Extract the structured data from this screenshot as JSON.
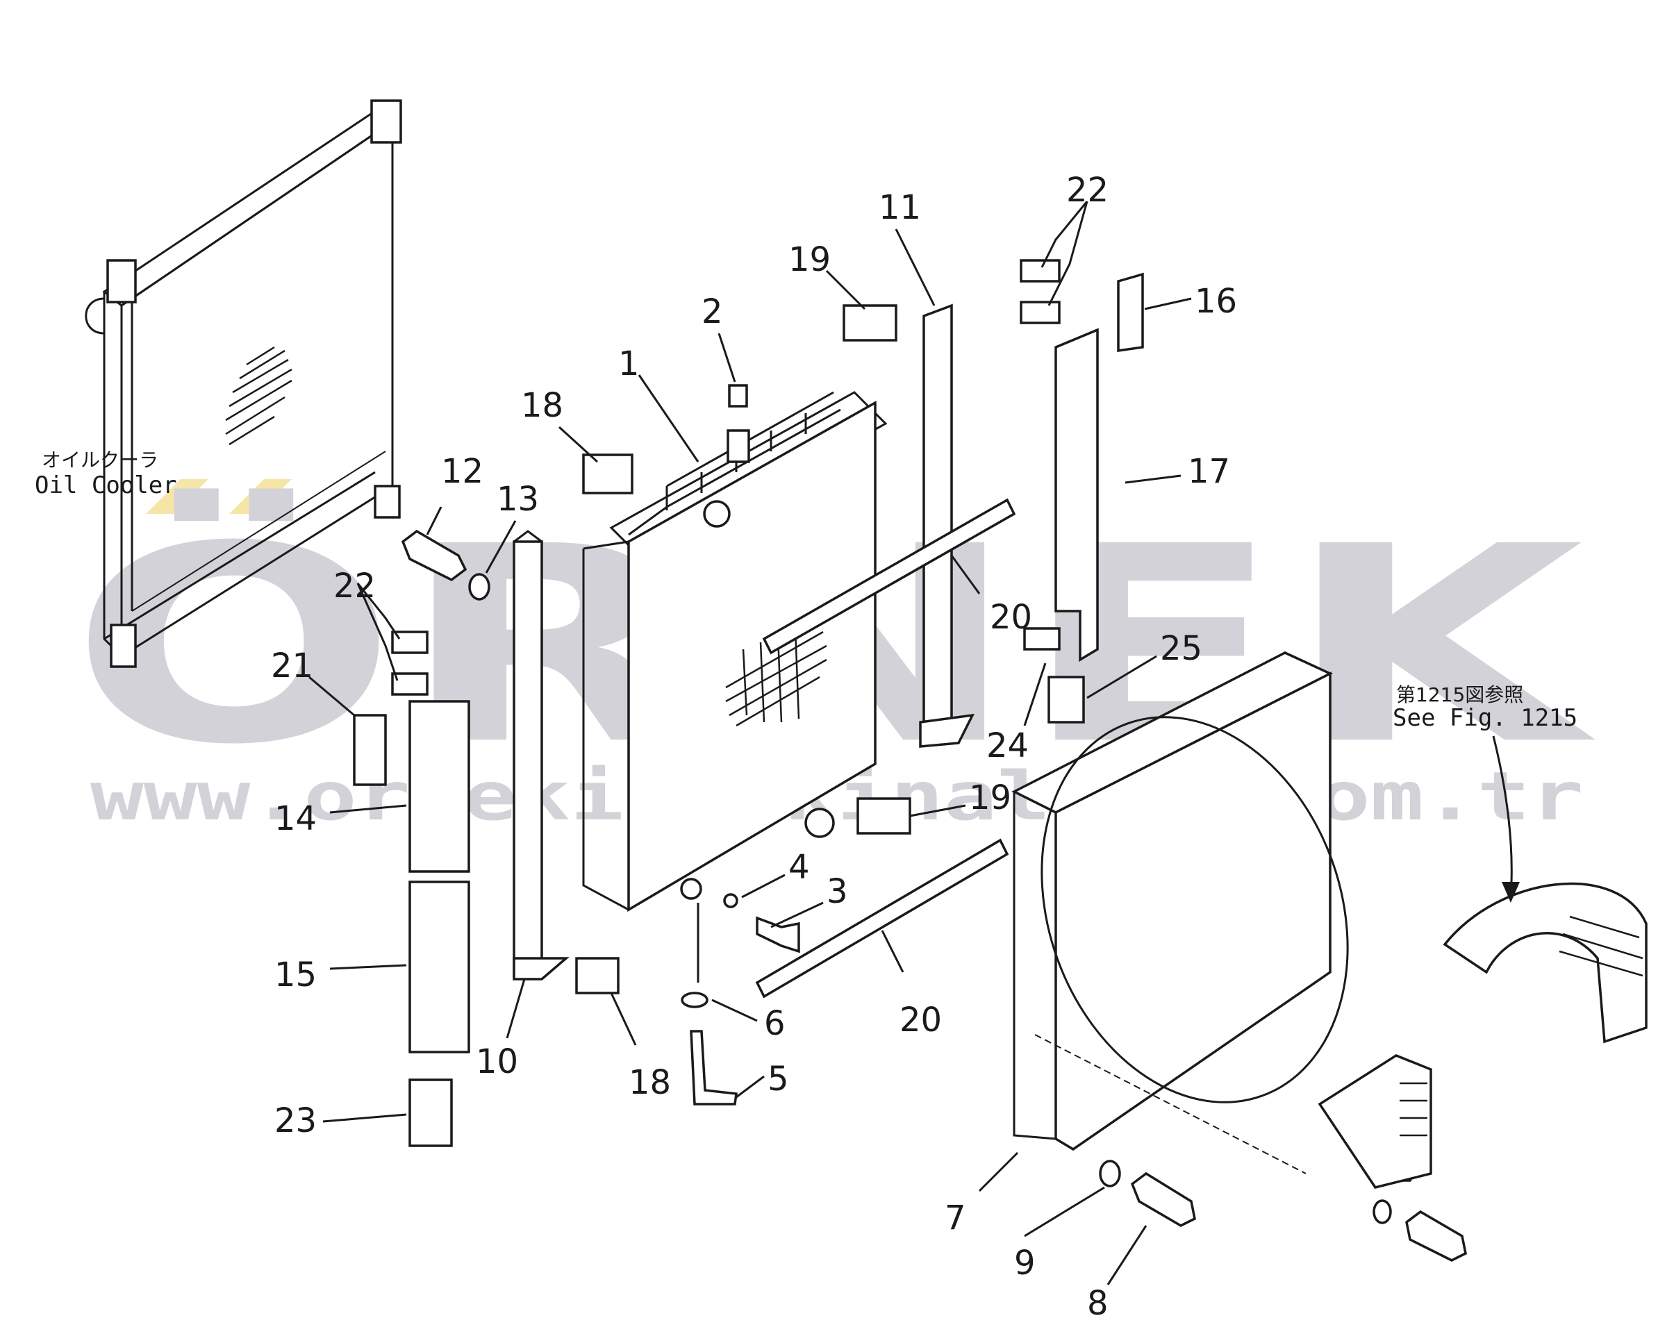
{
  "watermark": {
    "brand": "ÖRNEK",
    "url": "www.ornekismakinalari.com.tr",
    "accent_color": "#f5e6a8",
    "text_color": "#d4d2d9"
  },
  "notes": {
    "oil_cooler_jp": "オイルクーラ",
    "oil_cooler_en": "Oil  Cooler",
    "see_fig_jp": "第1215図参照",
    "see_fig_en": "See Fig. 1215"
  },
  "callouts": [
    {
      "id": "c1",
      "label": "1"
    },
    {
      "id": "c2",
      "label": "2"
    },
    {
      "id": "c3",
      "label": "3"
    },
    {
      "id": "c4",
      "label": "4"
    },
    {
      "id": "c5",
      "label": "5"
    },
    {
      "id": "c6",
      "label": "6"
    },
    {
      "id": "c7",
      "label": "7"
    },
    {
      "id": "c8",
      "label": "8"
    },
    {
      "id": "c9",
      "label": "9"
    },
    {
      "id": "c10",
      "label": "10"
    },
    {
      "id": "c11",
      "label": "11"
    },
    {
      "id": "c12",
      "label": "12"
    },
    {
      "id": "c13",
      "label": "13"
    },
    {
      "id": "c14",
      "label": "14"
    },
    {
      "id": "c15",
      "label": "15"
    },
    {
      "id": "c16",
      "label": "16"
    },
    {
      "id": "c17",
      "label": "17"
    },
    {
      "id": "c18a",
      "label": "18"
    },
    {
      "id": "c18b",
      "label": "18"
    },
    {
      "id": "c19a",
      "label": "19"
    },
    {
      "id": "c19b",
      "label": "19"
    },
    {
      "id": "c20a",
      "label": "20"
    },
    {
      "id": "c20b",
      "label": "20"
    },
    {
      "id": "c21",
      "label": "21"
    },
    {
      "id": "c22a",
      "label": "22"
    },
    {
      "id": "c22b",
      "label": "22"
    },
    {
      "id": "c23",
      "label": "23"
    },
    {
      "id": "c24",
      "label": "24"
    },
    {
      "id": "c25",
      "label": "25"
    }
  ]
}
